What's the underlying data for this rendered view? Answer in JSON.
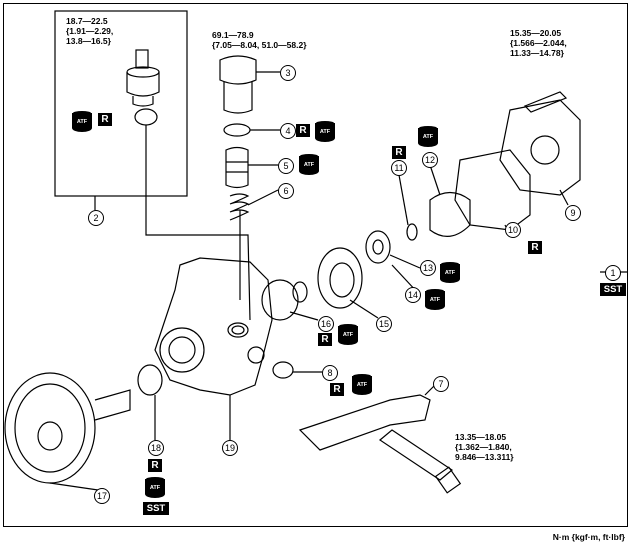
{
  "torque": {
    "t1": "18.7—22.5\n{1.91—2.29,\n13.8—16.5}",
    "t2": "69.1—78.9\n{7.05—8.04, 51.0—58.2}",
    "t3": "15.35—20.05\n{1.566—2.044,\n11.33—14.78}",
    "t4": "13.35—18.05\n{1.362—1.840,\n9.846—13.311}"
  },
  "units": "N·m {kgf·m, ft·lbf}",
  "badges": {
    "r": "R",
    "sst": "SST",
    "atf": "ATF"
  },
  "callouts": [
    "1",
    "2",
    "3",
    "4",
    "5",
    "6",
    "7",
    "8",
    "9",
    "10",
    "11",
    "12",
    "13",
    "14",
    "15",
    "16",
    "17",
    "18",
    "19"
  ]
}
